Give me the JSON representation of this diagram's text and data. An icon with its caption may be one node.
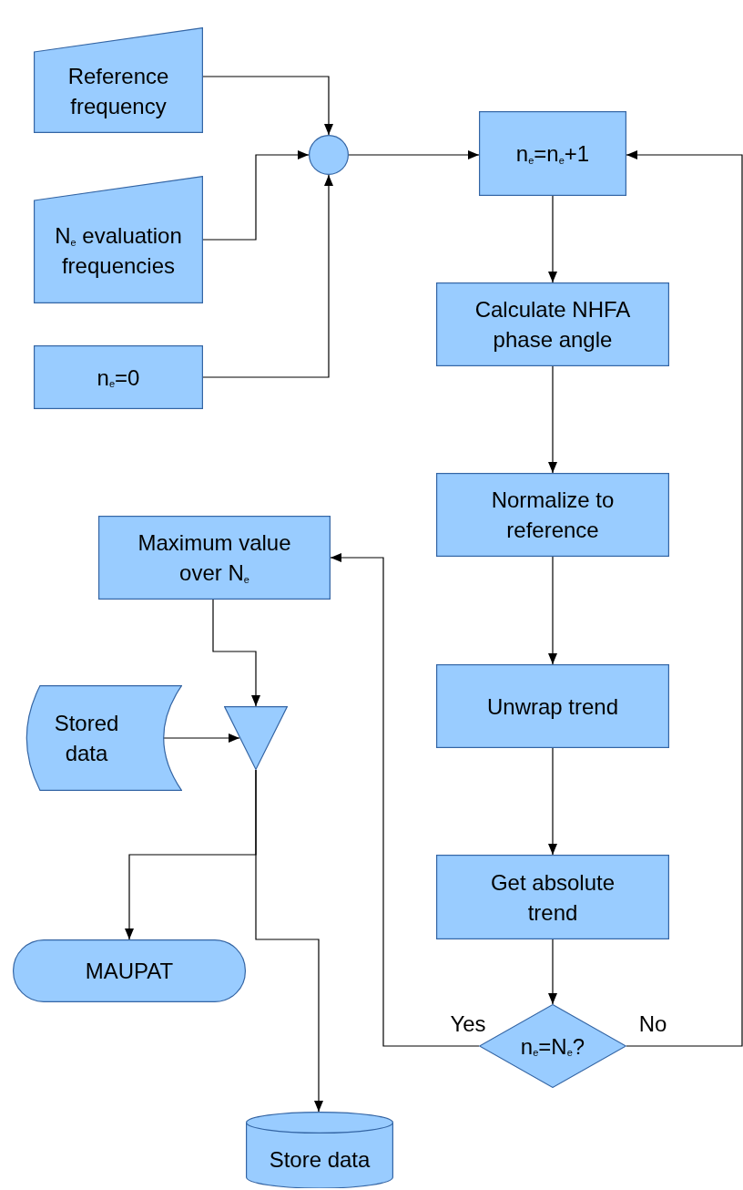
{
  "diagram": {
    "nodes": [
      {
        "text": [
          "Reference frequency"
        ]
      },
      {
        "text": [
          "N$_{e}$ evaluation frequencies"
        ]
      },
      {
        "text": [
          "n$_{e}$=0"
        ]
      },
      {
        "text": [],
        "shape": "circle"
      },
      {
        "text": [
          "n$_{e}$=n$_{e}$+1"
        ]
      },
      {
        "text": [
          "Calculate NHFA phase angle"
        ]
      },
      {
        "text": [
          "Normalize to reference"
        ]
      },
      {
        "text": [
          "Unwrap trend"
        ]
      },
      {
        "text": [
          "Get absolute trend"
        ]
      },
      {
        "text": [
          "n$_{e}$=N$_{e}$?"
        ]
      },
      {
        "text": [
          "Maximum value over N$_{e}$"
        ]
      },
      {
        "text": [
          "Stored data"
        ]
      },
      {
        "text": [],
        "shape": "triangle"
      },
      {
        "text": [
          "MAUPAT"
        ]
      },
      {
        "text": [
          "Store data"
        ]
      }
    ],
    "edges": [
      {
        "from": 0,
        "to": 3,
        "arrow": "to"
      },
      {
        "from": 1,
        "to": 3,
        "arrow": "to"
      },
      {
        "from": 2,
        "to": 3,
        "arrow": "to"
      },
      {
        "from": 3,
        "to": 4,
        "arrow": "to"
      },
      {
        "from": 9,
        "to": 4,
        "arrow": "to",
        "label": "No"
      },
      {
        "from": 4,
        "to": 5,
        "arrow": "to"
      },
      {
        "from": 5,
        "to": 6,
        "arrow": "to"
      },
      {
        "from": 6,
        "to": 7,
        "arrow": "to"
      },
      {
        "from": 7,
        "to": 8,
        "arrow": "to"
      },
      {
        "from": 8,
        "to": 9,
        "arrow": "to"
      },
      {
        "from": 9,
        "to": 10,
        "arrow": "to",
        "label": "Yes"
      },
      {
        "from": 10,
        "to": 12,
        "arrow": "to"
      },
      {
        "from": 11,
        "to": 12,
        "arrow": "to"
      },
      {
        "from": 12,
        "to": 13,
        "arrow": "to"
      },
      {
        "from": 12,
        "to": 14,
        "arrow": "to"
      }
    ]
  }
}
